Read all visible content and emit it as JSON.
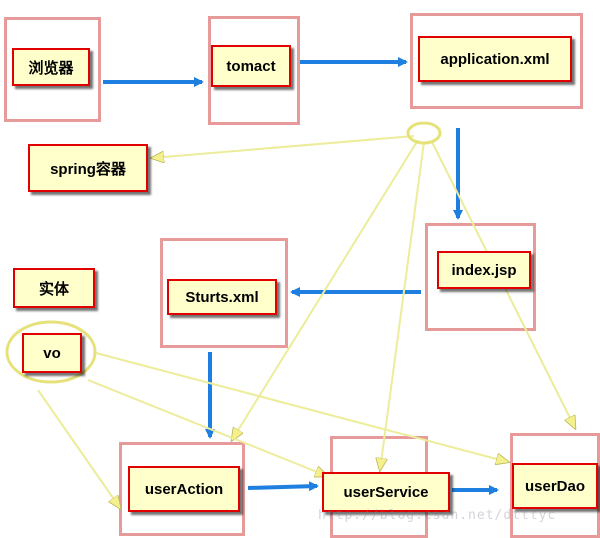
{
  "nodes": {
    "browser": "浏览器",
    "tomcat": "tomact",
    "application_xml": "application.xml",
    "spring_container": "spring容器",
    "index_jsp": "index.jsp",
    "struts_xml": "Sturts.xml",
    "entity": "实体",
    "vo": "vo",
    "user_action": "userAction",
    "user_service": "userService",
    "user_dao": "userDao"
  },
  "watermark": "http://blog.csdn.net/dtttyc",
  "colors": {
    "box_fill": "#ffffcc",
    "box_border": "#e00000",
    "frame_border": "#e79a9a",
    "blue_arrow": "#1e7fe0",
    "yellow_arrow": "#f4f08c",
    "ellipse_stroke": "#e6e27a"
  }
}
